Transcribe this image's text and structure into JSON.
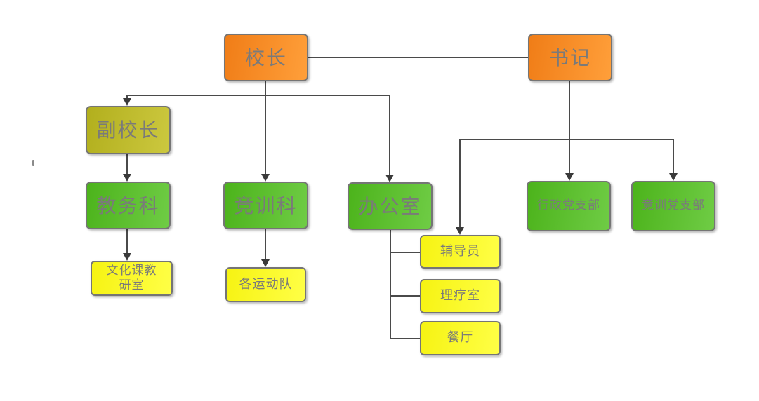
{
  "diagram": {
    "type": "org-chart",
    "nodes": {
      "principal": {
        "label": "校长",
        "color_key": "orange"
      },
      "secretary": {
        "label": "书记",
        "color_key": "orange"
      },
      "vice_principal": {
        "label": "副校长",
        "color_key": "olive"
      },
      "academic_section": {
        "label": "教务科",
        "color_key": "green"
      },
      "training_section": {
        "label": "竞训科",
        "color_key": "green"
      },
      "office": {
        "label": "办公室",
        "color_key": "green"
      },
      "admin_party_branch": {
        "label": "行政党支部",
        "color_key": "green"
      },
      "training_party_branch": {
        "label": "竞训党支部",
        "color_key": "green"
      },
      "culture_course_office": {
        "label": "文化课教研室",
        "color_key": "yellow"
      },
      "sports_teams": {
        "label": "各运动队",
        "color_key": "yellow"
      },
      "counselor": {
        "label": "辅导员",
        "color_key": "yellow"
      },
      "physio_room": {
        "label": "理疗室",
        "color_key": "yellow"
      },
      "dining_hall": {
        "label": "餐厅",
        "color_key": "yellow"
      }
    },
    "edges": [
      {
        "from": "principal",
        "to": "secretary",
        "arrow": false
      },
      {
        "from": "principal",
        "to": "vice_principal",
        "arrow": true
      },
      {
        "from": "principal",
        "to": "training_section",
        "arrow": true
      },
      {
        "from": "principal",
        "to": "office",
        "arrow": true
      },
      {
        "from": "vice_principal",
        "to": "academic_section",
        "arrow": true
      },
      {
        "from": "academic_section",
        "to": "culture_course_office",
        "arrow": true
      },
      {
        "from": "training_section",
        "to": "sports_teams",
        "arrow": true
      },
      {
        "from": "secretary",
        "to": "counselor",
        "arrow": true
      },
      {
        "from": "secretary",
        "to": "admin_party_branch",
        "arrow": true
      },
      {
        "from": "secretary",
        "to": "training_party_branch",
        "arrow": true
      },
      {
        "from": "office",
        "to": "counselor",
        "arrow": false
      },
      {
        "from": "office",
        "to": "physio_room",
        "arrow": false
      },
      {
        "from": "office",
        "to": "dining_hall",
        "arrow": false
      }
    ],
    "colors": {
      "orange_start": "#f07d17",
      "orange_end": "#ff9f3a",
      "olive_start": "#b2af1d",
      "olive_end": "#ccc83f",
      "green_start": "#4cb31b",
      "green_end": "#6fcc45",
      "yellow_start": "#f6f312",
      "yellow_end": "#ffff46",
      "border": "#757575",
      "line": "#4a4a4a",
      "text": "#7a7a7a"
    }
  }
}
